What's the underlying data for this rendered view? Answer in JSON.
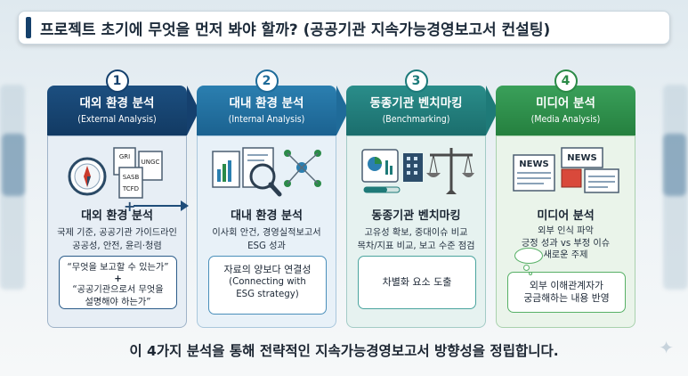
{
  "title": "프로젝트 초기에 무엇을 먼저 봐야 할까? (공공기관 지속가능경영보고서 컨설팅)",
  "columns": [
    {
      "number": "1",
      "header_title": "대외 환경 분석",
      "header_sub": "(External Analysis)",
      "icon_labels": {
        "doc1": "GRI",
        "doc2": "UNGC",
        "doc3": "SASB",
        "doc4": "TCFD"
      },
      "body_title": "대외 환경 분석",
      "body_lines": [
        "국제 기준, 공공기관 가이드라인",
        "공공성, 안전, 윤리·청렴"
      ],
      "box_lines": [
        "“무엇을 보고할 수 있는가”",
        "+",
        "“공공기관으로서 무엇을",
        "설명해야 하는가”"
      ]
    },
    {
      "number": "2",
      "header_title": "대내 환경 분석",
      "header_sub": "(Internal Analysis)",
      "body_title": "대내 환경 분석",
      "body_lines": [
        "이사회 안건, 경영실적보고서",
        "ESG 성과"
      ],
      "box_lines": [
        "자료의 양보다 연결성",
        "(Connecting with",
        "ESG strategy)"
      ]
    },
    {
      "number": "3",
      "header_title": "동종기관 벤치마킹",
      "header_sub": "(Benchmarking)",
      "body_title": "동종기관 벤치마킹",
      "body_lines": [
        "고유성 확보,  중대이슈 비교",
        "목차/지표 비교, 보고 수준 점검"
      ],
      "box_lines": [
        "차별화 요소 도출"
      ]
    },
    {
      "number": "4",
      "header_title": "미디어 분석",
      "header_sub": "(Media Analysis)",
      "icon_labels": {
        "news1": "NEWS",
        "news2": "NEWS"
      },
      "body_title": "미디어 분석",
      "body_lines": [
        "외부 인식 파악",
        "긍정 성과 vs 부정 이슈",
        "새로운 주제"
      ],
      "box_lines": [
        "외부 이해관계자가",
        "궁금해하는 내용 반영"
      ]
    }
  ],
  "footer": "이 4가지 분석을 통해 전략적인 지속가능경영보고서 방향성을 정립합니다.",
  "colors": {
    "navy": "#15406e",
    "blue": "#1f6b99",
    "teal": "#1e7a78",
    "green": "#2b8a48"
  }
}
